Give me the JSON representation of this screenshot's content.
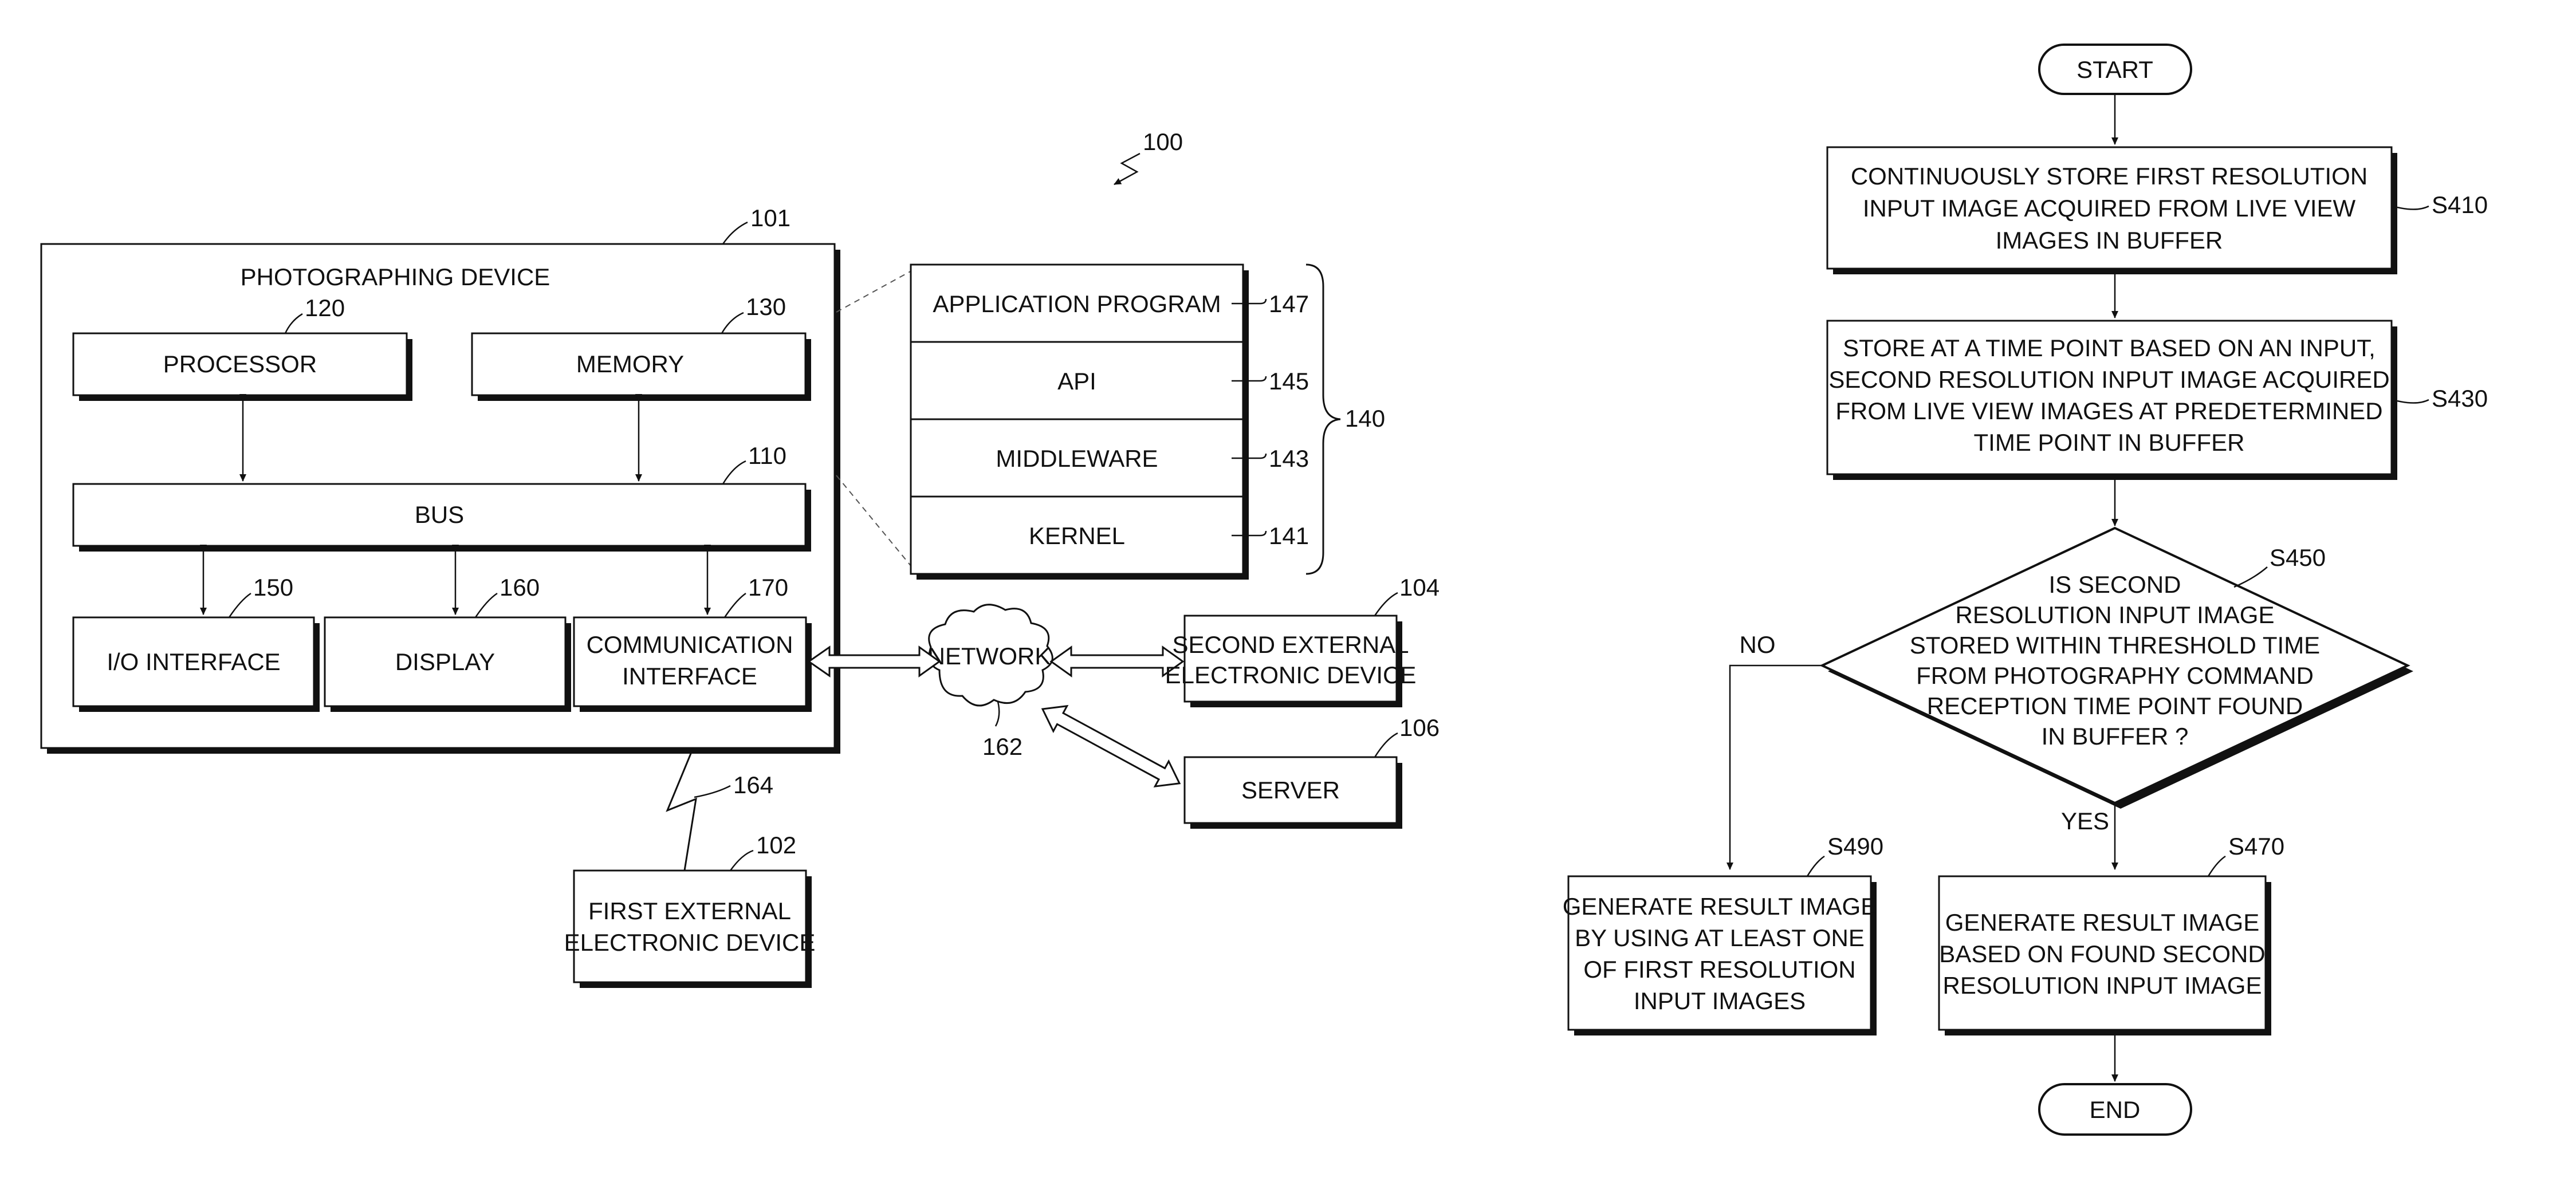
{
  "block_diagram": {
    "system_ref": "100",
    "device": {
      "title": "PHOTOGRAPHING DEVICE",
      "ref": "101"
    },
    "processor": {
      "label": "PROCESSOR",
      "ref": "120"
    },
    "memory": {
      "label": "MEMORY",
      "ref": "130"
    },
    "bus": {
      "label": "BUS",
      "ref": "110"
    },
    "io": {
      "label": "I/O INTERFACE",
      "ref": "150"
    },
    "display": {
      "label": "DISPLAY",
      "ref": "160"
    },
    "comm": {
      "label_line1": "COMMUNICATION",
      "label_line2": "INTERFACE",
      "ref": "170"
    },
    "stack": {
      "ref": "140",
      "layers": [
        {
          "label": "APPLICATION PROGRAM",
          "ref": "147"
        },
        {
          "label": "API",
          "ref": "145"
        },
        {
          "label": "MIDDLEWARE",
          "ref": "143"
        },
        {
          "label": "KERNEL",
          "ref": "141"
        }
      ]
    },
    "network": {
      "label": "NETWORK",
      "ref": "162"
    },
    "second_device": {
      "label_line1": "SECOND EXTERNAL",
      "label_line2": "ELECTRONIC DEVICE",
      "ref": "104"
    },
    "server": {
      "label": "SERVER",
      "ref": "106"
    },
    "first_device": {
      "label_line1": "FIRST EXTERNAL",
      "label_line2": "ELECTRONIC DEVICE",
      "ref": "102"
    },
    "wireless_ref": "164"
  },
  "flowchart": {
    "start": "START",
    "end": "END",
    "s410": {
      "ref": "S410",
      "lines": [
        "CONTINUOUSLY STORE FIRST RESOLUTION",
        "INPUT IMAGE ACQUIRED FROM LIVE VIEW",
        "IMAGES IN BUFFER"
      ]
    },
    "s430": {
      "ref": "S430",
      "lines": [
        "STORE AT A TIME POINT BASED ON AN INPUT,",
        "SECOND RESOLUTION INPUT IMAGE ACQUIRED",
        "FROM LIVE VIEW IMAGES AT PREDETERMINED",
        "TIME POINT IN BUFFER"
      ]
    },
    "s450": {
      "ref": "S450",
      "lines": [
        "IS SECOND",
        "RESOLUTION INPUT IMAGE",
        "STORED WITHIN THRESHOLD TIME",
        "FROM PHOTOGRAPHY COMMAND",
        "RECEPTION TIME POINT FOUND",
        "IN BUFFER ?"
      ],
      "no_label": "NO",
      "yes_label": "YES"
    },
    "s470": {
      "ref": "S470",
      "lines": [
        "GENERATE RESULT IMAGE",
        "BASED ON FOUND SECOND",
        "RESOLUTION INPUT IMAGE"
      ]
    },
    "s490": {
      "ref": "S490",
      "lines": [
        "GENERATE RESULT IMAGE",
        "BY USING AT LEAST ONE",
        "OF FIRST RESOLUTION",
        "INPUT IMAGES"
      ]
    }
  }
}
